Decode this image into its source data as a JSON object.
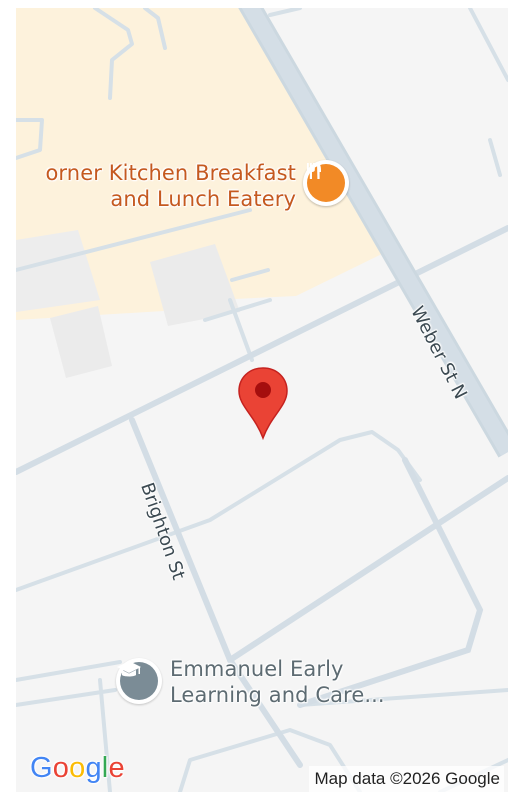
{
  "map": {
    "pois": {
      "restaurant": {
        "icon": "fork-knife-icon",
        "lines": [
          "orner Kitchen Breakfast",
          "and Lunch Eatery"
        ],
        "color": "#c5591f",
        "icon_color": "#f28a26"
      },
      "school": {
        "icon": "graduation-cap-icon",
        "lines": [
          "Emmanuel Early",
          "Learning and Care..."
        ],
        "color": "#5d6b72",
        "icon_color": "#7b8c96"
      }
    },
    "streets": {
      "weber": "Weber St N",
      "brighton": "Brighton St"
    },
    "marker": {
      "icon": "map-pin-icon",
      "color": "#ea4335"
    },
    "colors": {
      "background": "#f5f5f5",
      "commercial_area": "#fdf2dc",
      "road": "#d6e0e7",
      "building": "#ebebeb"
    }
  },
  "footer": {
    "logo_letters": [
      "G",
      "o",
      "o",
      "g",
      "l",
      "e"
    ],
    "logo_colors": [
      "#4285f4",
      "#ea4335",
      "#fbbc05",
      "#4285f4",
      "#34a853",
      "#ea4335"
    ],
    "attribution": "Map data ©2026 Google"
  }
}
